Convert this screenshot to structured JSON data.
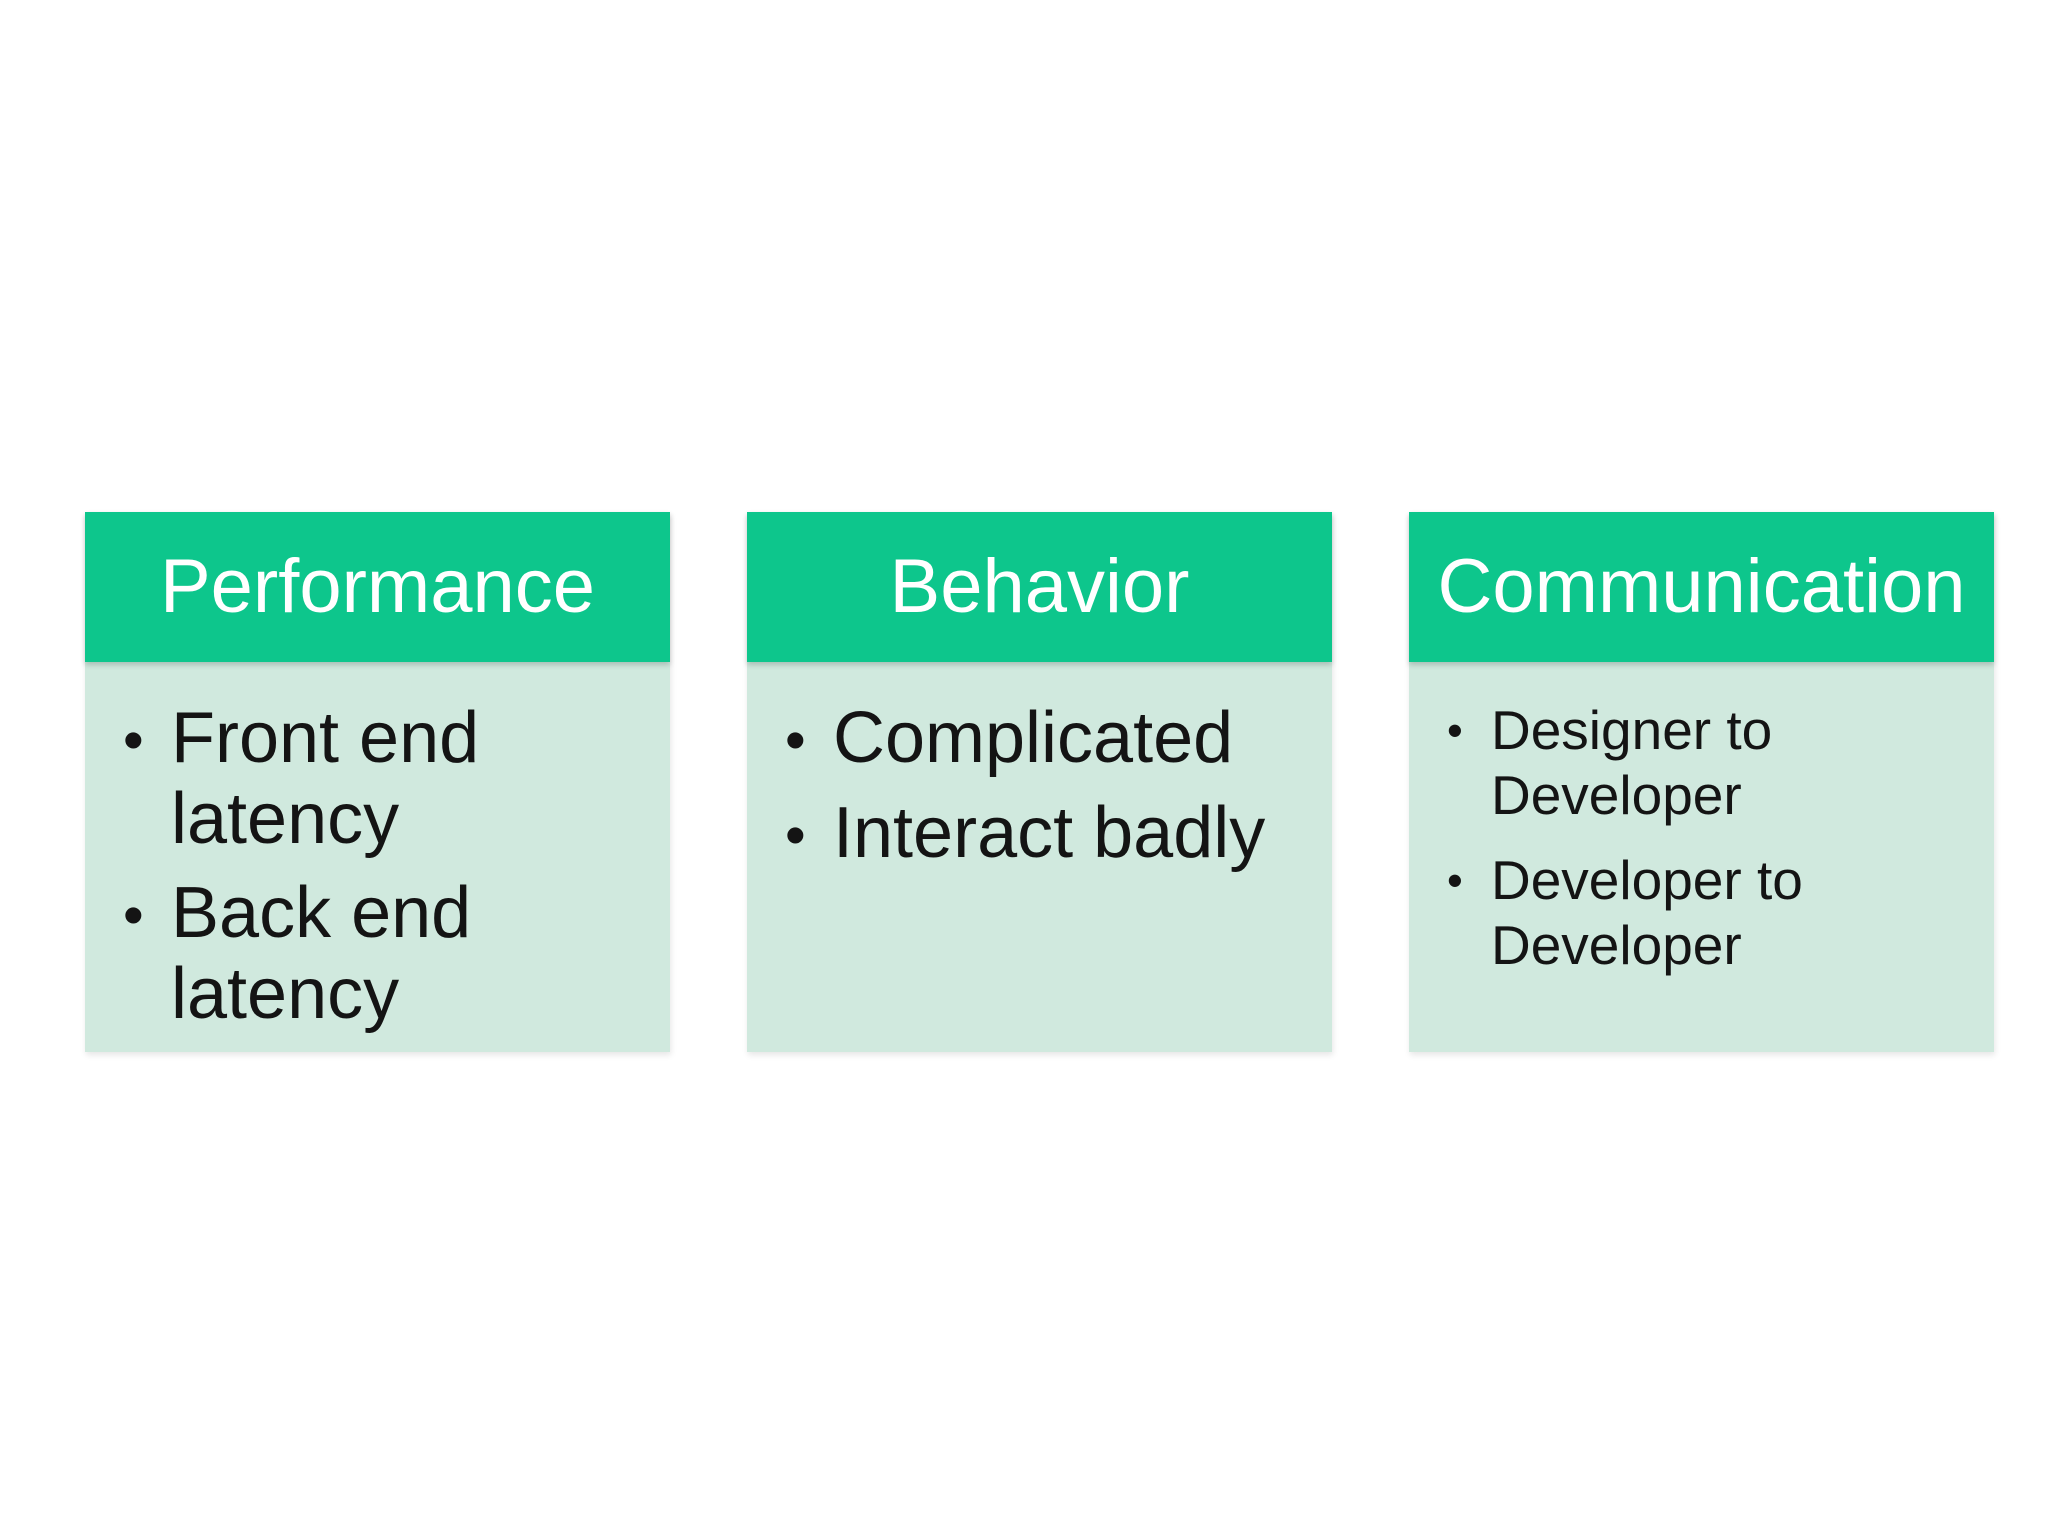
{
  "colors": {
    "header_bg": "#0dc68c",
    "body_bg": "#d0e9de",
    "header_text": "#ffffff",
    "body_text": "#141414",
    "page_bg": "#ffffff"
  },
  "cards": [
    {
      "title": "Performance",
      "bullets": [
        "Front end latency",
        "Back end latency"
      ]
    },
    {
      "title": "Behavior",
      "bullets": [
        "Complicated",
        "Interact badly"
      ]
    },
    {
      "title": "Communication",
      "bullets": [
        "Designer to Developer",
        "Developer to Developer"
      ]
    }
  ]
}
